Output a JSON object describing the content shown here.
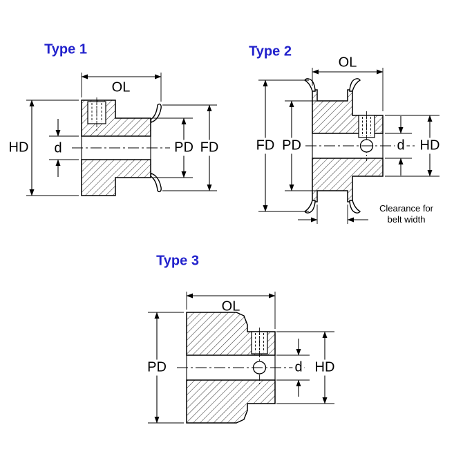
{
  "colors": {
    "title_blue": "#2222cc",
    "line_black": "#000000",
    "background": "#ffffff"
  },
  "types": [
    {
      "title": "Type 1",
      "dims": {
        "ol": "OL",
        "hd": "HD",
        "d": "d",
        "pd": "PD",
        "fd": "FD"
      }
    },
    {
      "title": "Type 2",
      "dims": {
        "ol": "OL",
        "fd": "FD",
        "pd": "PD",
        "d": "d",
        "hd": "HD"
      },
      "note": {
        "line1": "Clearance for",
        "line2": "belt width"
      }
    },
    {
      "title": "Type 3",
      "dims": {
        "ol": "OL",
        "pd": "PD",
        "d": "d",
        "hd": "HD"
      }
    }
  ]
}
